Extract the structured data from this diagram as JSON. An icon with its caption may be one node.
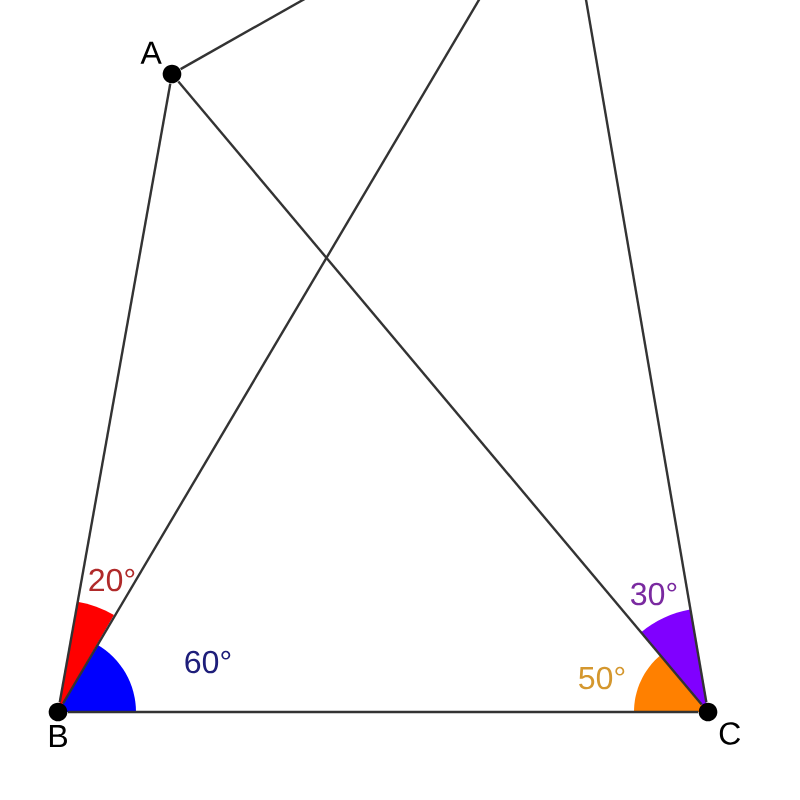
{
  "diagram": {
    "nodes": [
      {
        "text": [
          "A"
        ]
      },
      {
        "text": [
          "B"
        ]
      },
      {
        "text": [
          "C"
        ]
      }
    ],
    "edges": [
      {
        "from": 0,
        "to": 1,
        "arrow": "none"
      },
      {
        "from": 0,
        "to": 2,
        "arrow": "none"
      },
      {
        "from": 1,
        "to": 2,
        "arrow": "none"
      },
      {
        "from": 0,
        "to": null,
        "arrow": "none"
      },
      {
        "from": 1,
        "to": null,
        "arrow": "none"
      },
      {
        "from": 2,
        "to": null,
        "arrow": "none"
      }
    ],
    "labels": [
      "20°",
      "60°",
      "30°",
      "50°"
    ]
  }
}
